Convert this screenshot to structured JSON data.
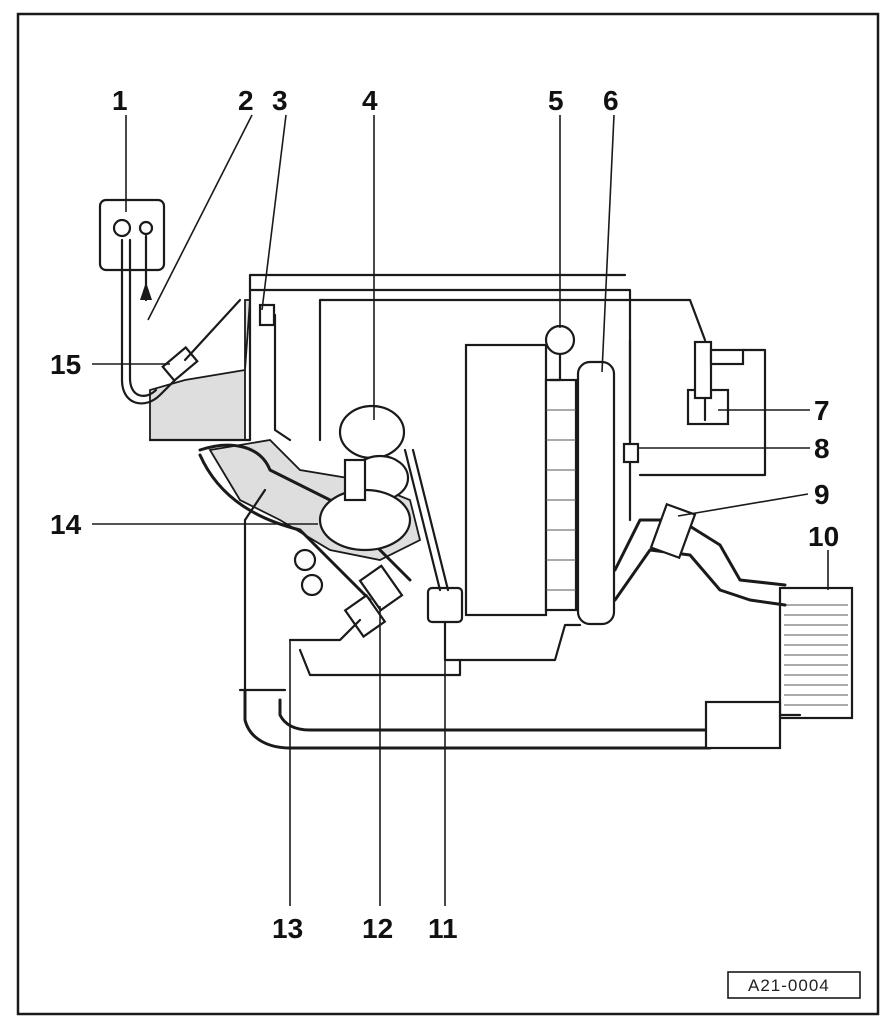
{
  "figure": {
    "figure_id": "A21-0004",
    "callouts": [
      "1",
      "2",
      "3",
      "4",
      "5",
      "6",
      "7",
      "8",
      "9",
      "10",
      "11",
      "12",
      "13",
      "14",
      "15"
    ]
  },
  "colors": {
    "line": "#1a1a1a",
    "background": "#ffffff",
    "shading": "#dedede"
  }
}
